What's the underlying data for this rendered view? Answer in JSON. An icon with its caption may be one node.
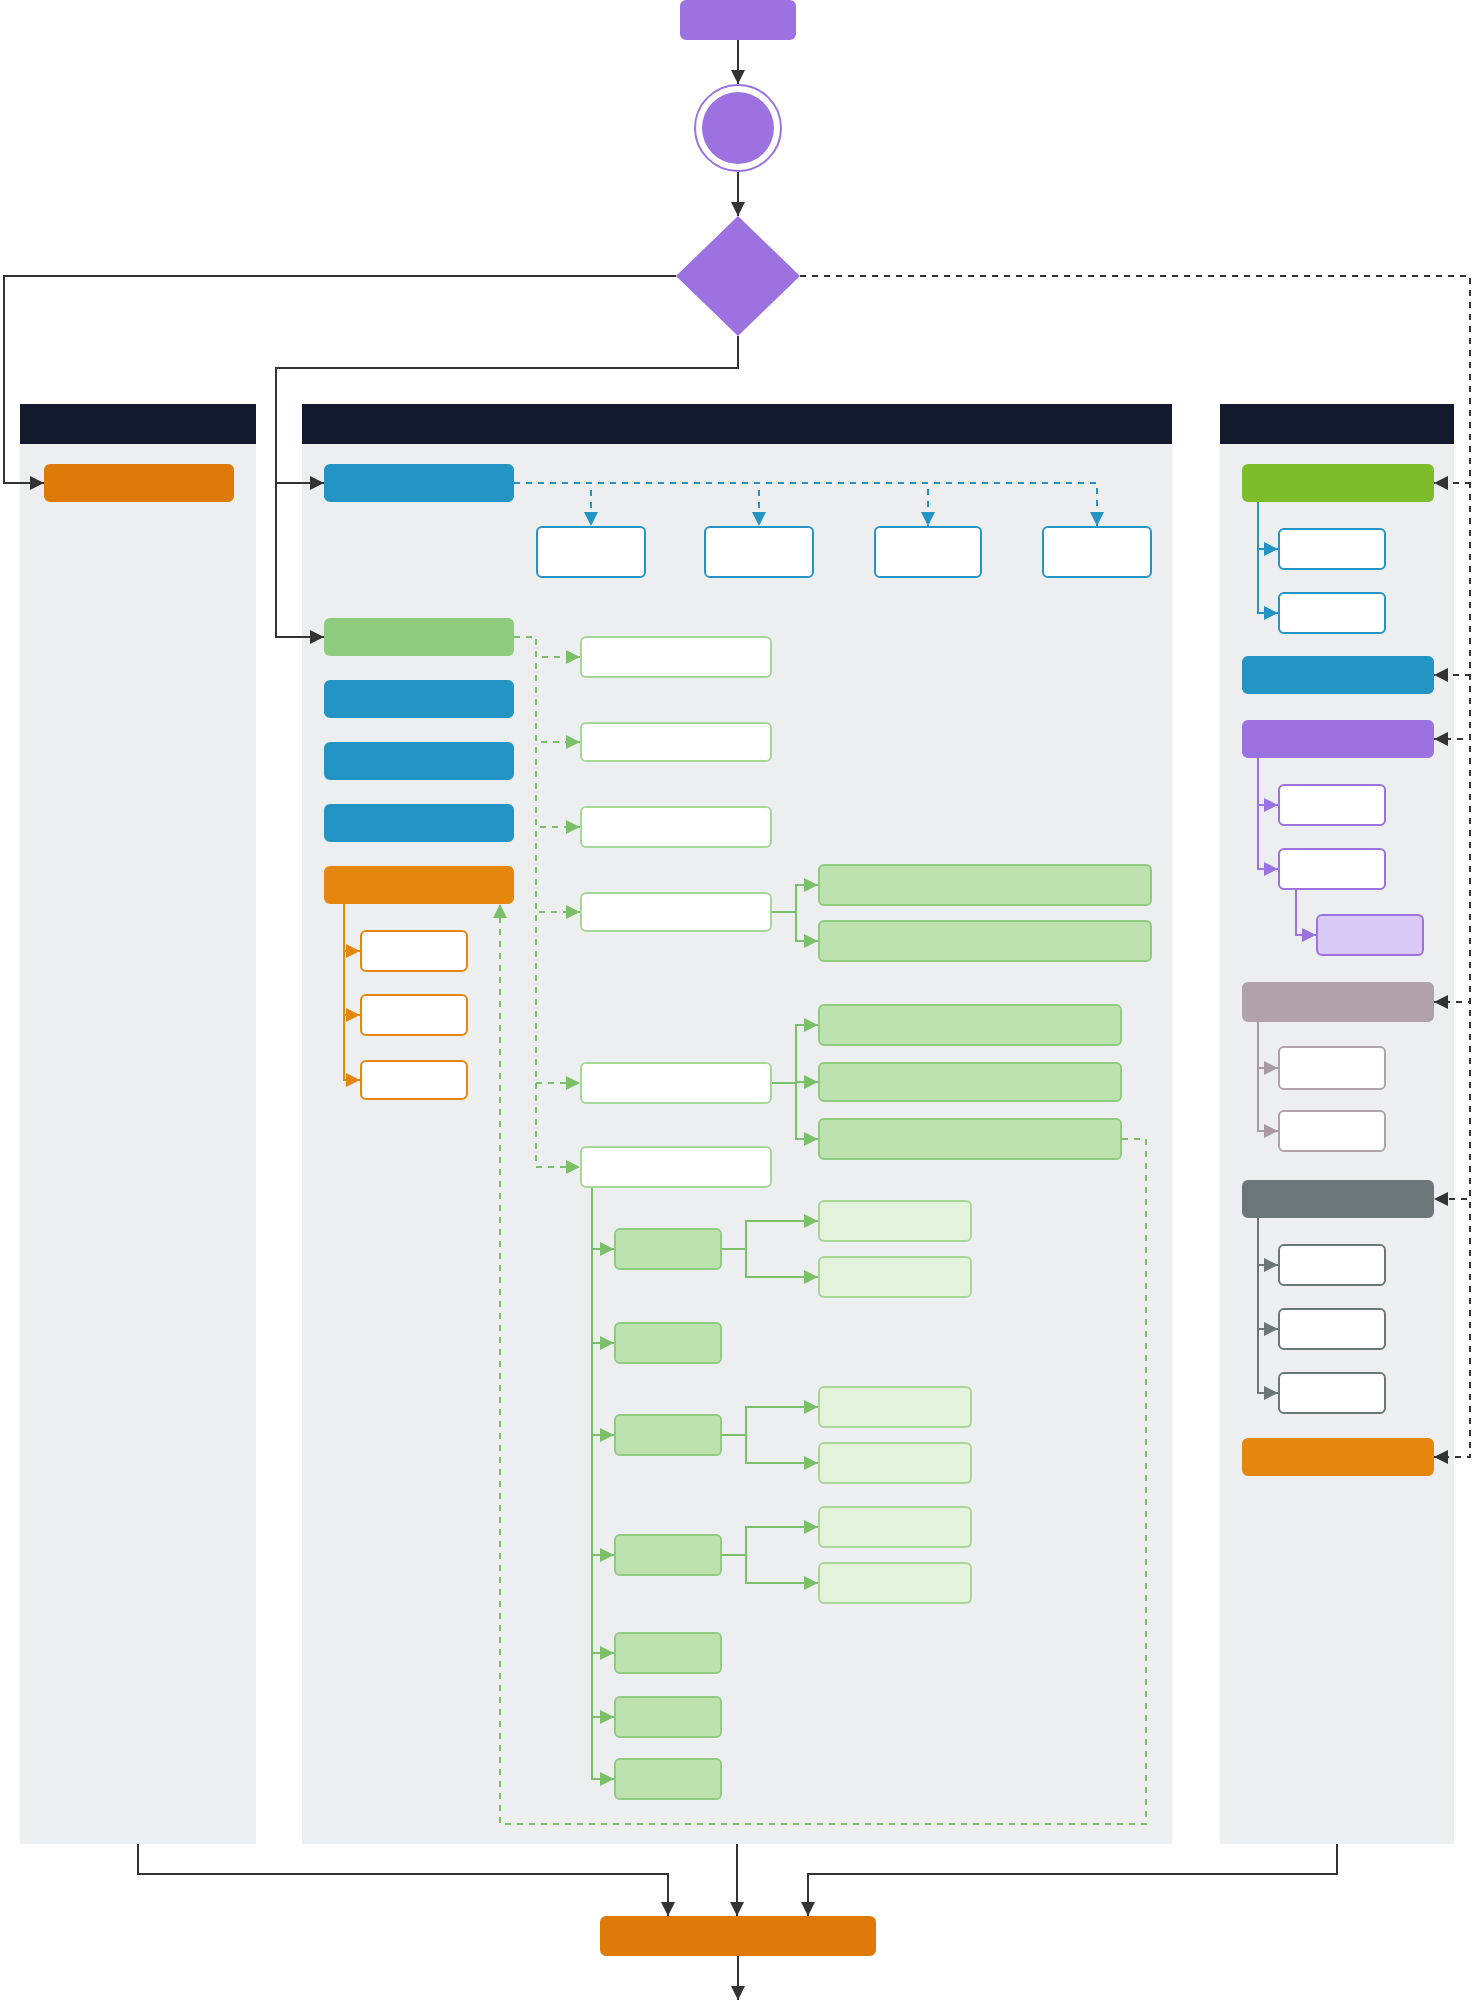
{
  "diagram": {
    "nodes": [
      {
        "text": [],
        "shape": "box"
      },
      {
        "text": [],
        "shape": "circle"
      },
      {
        "text": [],
        "shape": "diamond"
      },
      {
        "text": [],
        "shape": "box"
      },
      {
        "text": [],
        "shape": "box"
      },
      {
        "text": [],
        "shape": "box"
      },
      {
        "text": [],
        "shape": "box",
        "in": 3
      },
      {
        "text": [],
        "shape": "box",
        "in": 4
      },
      {
        "text": [],
        "shape": "box",
        "in": 4
      },
      {
        "text": [],
        "shape": "box",
        "in": 4
      },
      {
        "text": [],
        "shape": "box",
        "in": 4
      },
      {
        "text": [],
        "shape": "box",
        "in": 4
      },
      {
        "text": [],
        "shape": "box",
        "in": 4
      },
      {
        "text": [],
        "shape": "box",
        "in": 4
      },
      {
        "text": [],
        "shape": "box",
        "in": 4
      },
      {
        "text": [],
        "shape": "box",
        "in": 4
      },
      {
        "text": [],
        "shape": "box",
        "in": 4
      },
      {
        "text": [],
        "shape": "box",
        "in": 4
      },
      {
        "text": [],
        "shape": "box",
        "in": 4
      },
      {
        "text": [],
        "shape": "box",
        "in": 4
      },
      {
        "text": [],
        "shape": "box",
        "in": 4
      },
      {
        "text": [],
        "shape": "box",
        "in": 4
      },
      {
        "text": [],
        "shape": "box",
        "in": 4
      },
      {
        "text": [],
        "shape": "box",
        "in": 4
      },
      {
        "text": [],
        "shape": "box",
        "in": 4
      },
      {
        "text": [],
        "shape": "box",
        "in": 4
      },
      {
        "text": [],
        "shape": "box",
        "in": 4
      },
      {
        "text": [],
        "shape": "box",
        "in": 4
      },
      {
        "text": [],
        "shape": "box",
        "in": 4
      },
      {
        "text": [],
        "shape": "box",
        "in": 4
      },
      {
        "text": [],
        "shape": "box",
        "in": 4
      },
      {
        "text": [],
        "shape": "box",
        "in": 4
      },
      {
        "text": [],
        "shape": "box",
        "in": 4
      },
      {
        "text": [],
        "shape": "box",
        "in": 4
      },
      {
        "text": [],
        "shape": "box",
        "in": 4
      },
      {
        "text": [],
        "shape": "box",
        "in": 4
      },
      {
        "text": [],
        "shape": "box",
        "in": 4
      },
      {
        "text": [],
        "shape": "box",
        "in": 4
      },
      {
        "text": [],
        "shape": "box",
        "in": 4
      },
      {
        "text": [],
        "shape": "box",
        "in": 4
      },
      {
        "text": [],
        "shape": "box",
        "in": 4
      },
      {
        "text": [],
        "shape": "box",
        "in": 4
      },
      {
        "text": [],
        "shape": "box",
        "in": 4
      },
      {
        "text": [],
        "shape": "box",
        "in": 4
      },
      {
        "text": [],
        "shape": "box",
        "in": 5
      },
      {
        "text": [],
        "shape": "box",
        "in": 5
      },
      {
        "text": [],
        "shape": "box",
        "in": 5
      },
      {
        "text": [],
        "shape": "box",
        "in": 5
      },
      {
        "text": [],
        "shape": "box",
        "in": 5
      },
      {
        "text": [],
        "shape": "box",
        "in": 5
      },
      {
        "text": [],
        "shape": "box",
        "in": 5
      },
      {
        "text": [],
        "shape": "box",
        "in": 5
      },
      {
        "text": [],
        "shape": "box",
        "in": 5
      },
      {
        "text": [],
        "shape": "box",
        "in": 5
      },
      {
        "text": [],
        "shape": "box",
        "in": 5
      },
      {
        "text": [],
        "shape": "box",
        "in": 5
      },
      {
        "text": [],
        "shape": "box",
        "in": 5
      },
      {
        "text": [],
        "shape": "box",
        "in": 5
      },
      {
        "text": [],
        "shape": "box",
        "in": 5
      },
      {
        "text": [],
        "shape": "box",
        "in": 5
      },
      {
        "text": [],
        "shape": "box"
      }
    ],
    "edges": [
      {
        "from": 0,
        "to": 1,
        "arrow": "to",
        "color": "#333333"
      },
      {
        "from": 1,
        "to": 2,
        "arrow": "to",
        "color": "#333333"
      },
      {
        "from": 2,
        "to": 6,
        "arrow": "to",
        "color": "#333333"
      },
      {
        "from": 2,
        "to": 7,
        "arrow": "to",
        "color": "#333333"
      },
      {
        "from": 2,
        "to": 12,
        "arrow": "to",
        "color": "#333333"
      },
      {
        "from": 2,
        "to": 44,
        "arrow": "to",
        "style": "dashed",
        "color": "#333333"
      },
      {
        "from": 2,
        "to": 47,
        "arrow": "to",
        "style": "dashed",
        "color": "#333333"
      },
      {
        "from": 2,
        "to": 48,
        "arrow": "to",
        "style": "dashed",
        "color": "#333333"
      },
      {
        "from": 2,
        "to": 52,
        "arrow": "to",
        "style": "dashed",
        "color": "#333333"
      },
      {
        "from": 2,
        "to": 55,
        "arrow": "to",
        "style": "dashed",
        "color": "#333333"
      },
      {
        "from": 2,
        "to": 59,
        "arrow": "to",
        "style": "dashed",
        "color": "#333333"
      },
      {
        "from": 7,
        "to": 8,
        "arrow": "to",
        "style": "dashed",
        "color": "#2394c3"
      },
      {
        "from": 7,
        "to": 9,
        "arrow": "to",
        "style": "dashed",
        "color": "#2394c3"
      },
      {
        "from": 7,
        "to": 10,
        "arrow": "to",
        "style": "dashed",
        "color": "#2394c3"
      },
      {
        "from": 7,
        "to": 11,
        "arrow": "to",
        "style": "dashed",
        "color": "#2394c3"
      },
      {
        "from": 12,
        "to": 20,
        "arrow": "to",
        "style": "dashed"
      },
      {
        "from": 12,
        "to": 21,
        "arrow": "to",
        "style": "dashed"
      },
      {
        "from": 12,
        "to": 22,
        "arrow": "to",
        "style": "dashed"
      },
      {
        "from": 12,
        "to": 23,
        "arrow": "to",
        "style": "dashed"
      },
      {
        "from": 12,
        "to": 26,
        "arrow": "to",
        "style": "dashed"
      },
      {
        "from": 12,
        "to": 30,
        "arrow": "to",
        "style": "dashed"
      },
      {
        "from": 29,
        "to": 16,
        "arrow": "to",
        "style": "dashed"
      },
      {
        "from": 16,
        "to": 17,
        "arrow": "to",
        "color": "#e5860f"
      },
      {
        "from": 16,
        "to": 18,
        "arrow": "to",
        "color": "#e5860f"
      },
      {
        "from": 16,
        "to": 19,
        "arrow": "to",
        "color": "#e5860f"
      },
      {
        "from": 23,
        "to": 24,
        "arrow": "to"
      },
      {
        "from": 23,
        "to": 25,
        "arrow": "to"
      },
      {
        "from": 26,
        "to": 27,
        "arrow": "to"
      },
      {
        "from": 26,
        "to": 28,
        "arrow": "to"
      },
      {
        "from": 26,
        "to": 29,
        "arrow": "to"
      },
      {
        "from": 30,
        "to": 31,
        "arrow": "to"
      },
      {
        "from": 30,
        "to": 34,
        "arrow": "to"
      },
      {
        "from": 30,
        "to": 35,
        "arrow": "to"
      },
      {
        "from": 30,
        "to": 38,
        "arrow": "to"
      },
      {
        "from": 30,
        "to": 41,
        "arrow": "to"
      },
      {
        "from": 30,
        "to": 42,
        "arrow": "to"
      },
      {
        "from": 30,
        "to": 43,
        "arrow": "to"
      },
      {
        "from": 31,
        "to": 32,
        "arrow": "to"
      },
      {
        "from": 31,
        "to": 33,
        "arrow": "to"
      },
      {
        "from": 35,
        "to": 36,
        "arrow": "to"
      },
      {
        "from": 35,
        "to": 37,
        "arrow": "to"
      },
      {
        "from": 38,
        "to": 39,
        "arrow": "to"
      },
      {
        "from": 38,
        "to": 40,
        "arrow": "to"
      },
      {
        "from": 44,
        "to": 45,
        "arrow": "to",
        "color": "#2394c3"
      },
      {
        "from": 44,
        "to": 46,
        "arrow": "to",
        "color": "#2394c3"
      },
      {
        "from": 48,
        "to": 49,
        "arrow": "to",
        "color": "#9b72e0"
      },
      {
        "from": 48,
        "to": 50,
        "arrow": "to",
        "color": "#9b72e0"
      },
      {
        "from": 50,
        "to": 51,
        "arrow": "to",
        "color": "#9b72e0"
      },
      {
        "from": 52,
        "to": 53,
        "arrow": "to",
        "color": "#a89aa0"
      },
      {
        "from": 52,
        "to": 54,
        "arrow": "to",
        "color": "#a89aa0"
      },
      {
        "from": 55,
        "to": 56,
        "arrow": "to",
        "color": "#6b7676"
      },
      {
        "from": 55,
        "to": 57,
        "arrow": "to",
        "color": "#6b7676"
      },
      {
        "from": 55,
        "to": 58,
        "arrow": "to",
        "color": "#6b7676"
      },
      {
        "from": 3,
        "to": 60,
        "arrow": "to",
        "color": "#333333"
      },
      {
        "from": 4,
        "to": 60,
        "arrow": "to",
        "color": "#333333"
      },
      {
        "from": 5,
        "to": 60,
        "arrow": "to",
        "color": "#333333"
      },
      {
        "from": 60,
        "to": null,
        "arrow": "to",
        "color": "#333333"
      }
    ]
  }
}
